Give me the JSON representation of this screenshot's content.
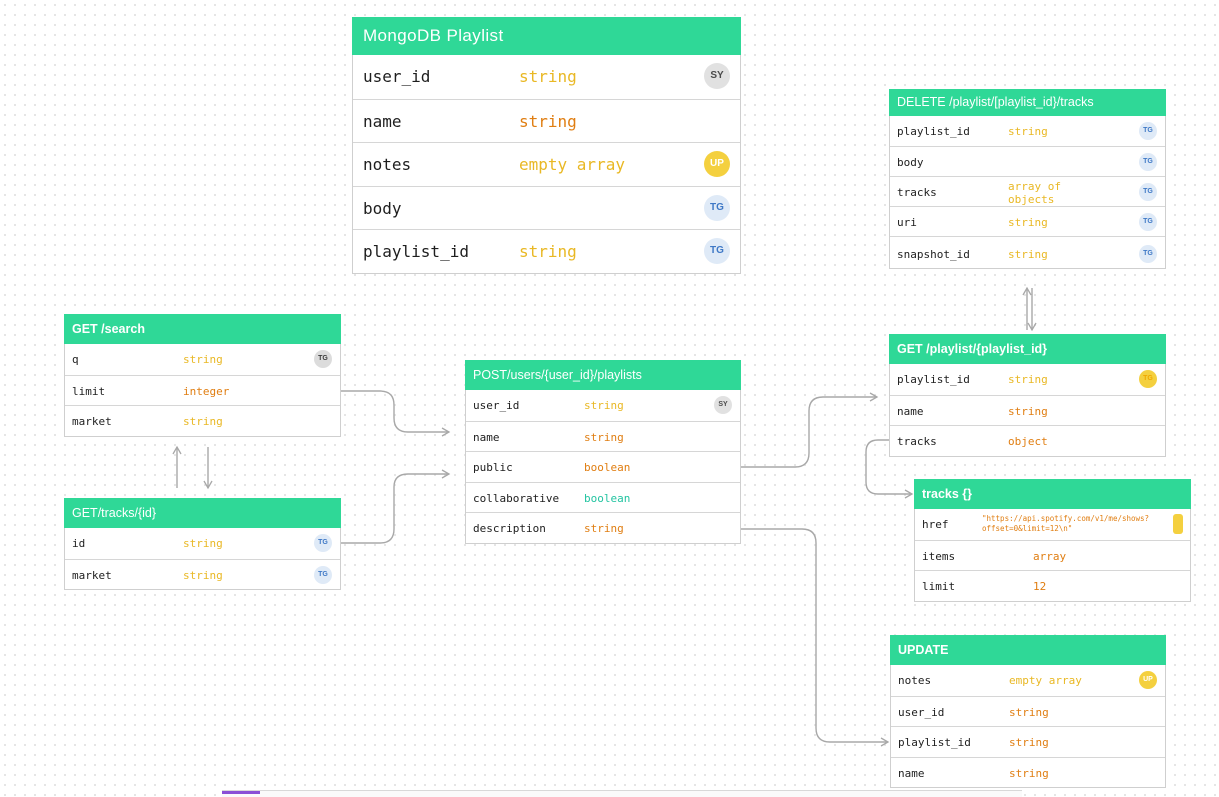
{
  "tables": {
    "mongo": {
      "title": "MongoDB Playlist",
      "rows": [
        {
          "field": "user_id",
          "type": "string",
          "badge": "SY"
        },
        {
          "field": "name",
          "type": "string",
          "badge": ""
        },
        {
          "field": "notes",
          "type": "empty array",
          "badge": "UP"
        },
        {
          "field": "body",
          "type": "",
          "badge": "TG"
        },
        {
          "field": "playlist_id",
          "type": "string",
          "badge": "TG"
        }
      ]
    },
    "delete_tracks": {
      "title": "DELETE /playlist/[playlist_id}/tracks",
      "rows": [
        {
          "field": "playlist_id",
          "type": "string",
          "badge": "TG"
        },
        {
          "field": "body",
          "type": "",
          "badge": "TG"
        },
        {
          "field": "tracks",
          "type": "array of objects",
          "badge": "TG"
        },
        {
          "field": "uri",
          "type": "string",
          "badge": "TG"
        },
        {
          "field": "snapshot_id",
          "type": "string",
          "badge": "TG"
        }
      ]
    },
    "get_search": {
      "title": "GET /search",
      "rows": [
        {
          "field": "q",
          "type": "string",
          "badge": "TG"
        },
        {
          "field": "limit",
          "type": "integer",
          "badge": ""
        },
        {
          "field": "market",
          "type": "string",
          "badge": ""
        }
      ]
    },
    "post_playlists": {
      "title": "POST/users/{user_id}/playlists",
      "rows": [
        {
          "field": "user_id",
          "type": "string",
          "badge": "SY"
        },
        {
          "field": "name",
          "type": "string",
          "badge": ""
        },
        {
          "field": "public",
          "type": "boolean",
          "badge": ""
        },
        {
          "field": "collaborative",
          "type": "boolean",
          "badge": ""
        },
        {
          "field": "description",
          "type": "string",
          "badge": ""
        }
      ]
    },
    "get_playlist": {
      "title": "GET /playlist/{playlist_id}",
      "rows": [
        {
          "field": "playlist_id",
          "type": "string",
          "badge": "TG"
        },
        {
          "field": "name",
          "type": "string",
          "badge": ""
        },
        {
          "field": "tracks",
          "type": "object",
          "badge": ""
        }
      ]
    },
    "get_tracks": {
      "title": "GET/tracks/{id}",
      "rows": [
        {
          "field": "id",
          "type": "string",
          "badge": "TG"
        },
        {
          "field": "market",
          "type": "string",
          "badge": "TG"
        }
      ]
    },
    "tracks_obj": {
      "title": "tracks {}",
      "rows": [
        {
          "field": "href",
          "type": "\"https://api.spotify.com/v1/me/shows?offset=0&limit=12\\n\"",
          "badge": ""
        },
        {
          "field": "items",
          "type": "array",
          "badge": ""
        },
        {
          "field": "limit",
          "type": "12",
          "badge": ""
        }
      ]
    },
    "update": {
      "title": "UPDATE",
      "rows": [
        {
          "field": "notes",
          "type": "empty array",
          "badge": "UP"
        },
        {
          "field": "user_id",
          "type": "string",
          "badge": ""
        },
        {
          "field": "playlist_id",
          "type": "string",
          "badge": ""
        },
        {
          "field": "name",
          "type": "string",
          "badge": ""
        }
      ]
    }
  },
  "colors": {
    "header": "#2fd897",
    "type_string": "#e9b824",
    "type_other": "#e07e12",
    "type_boolean_teal": "#23c4a1",
    "connector": "#a8a8a8"
  }
}
